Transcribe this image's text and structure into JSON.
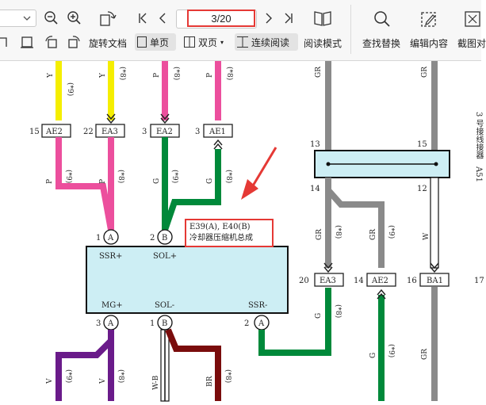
{
  "toolbar": {
    "page_indicator": "3/20",
    "rotate_label": "旋转文档",
    "single_page_label": "单页",
    "double_page_label": "双页",
    "continuous_label": "连续阅读",
    "read_mode_label": "阅读模式",
    "find_replace_label": "查找替换",
    "edit_content_label": "编辑内容",
    "screenshot_label": "截图对"
  },
  "diagram": {
    "top_wire_colors": [
      "Y",
      "Y",
      "P",
      "P"
    ],
    "top_wire_codes": [
      "(*9)",
      "(*8)",
      "(*8)",
      "(*8)"
    ],
    "gray_wire_color": "GR",
    "connectors_top": [
      {
        "pin": "15",
        "name": "AE2"
      },
      {
        "pin": "22",
        "name": "EA3"
      },
      {
        "pin": "3",
        "name": "EA2"
      },
      {
        "pin": "3",
        "name": "AE1"
      }
    ],
    "mid_wires": [
      {
        "color": "P",
        "code": "(*9)"
      },
      {
        "color": "P",
        "code": "(*8)"
      },
      {
        "color": "G",
        "code": "(*9)"
      },
      {
        "color": "G",
        "code": "(*8)"
      }
    ],
    "component": {
      "line1": "E39(A), E40(B)",
      "line2": "冷却器压缩机总成",
      "pins_top": [
        {
          "num": "1",
          "letter": "A",
          "signal": "SSR+"
        },
        {
          "num": "2",
          "letter": "B",
          "signal": "SOL+"
        }
      ],
      "pins_bottom": [
        {
          "num": "3",
          "letter": "A",
          "signal": "MG+"
        },
        {
          "num": "1",
          "letter": "B",
          "signal": "SOL-"
        },
        {
          "num": "2",
          "letter": "A",
          "signal": "SSR-"
        }
      ]
    },
    "junction": {
      "left_pin": "13",
      "right_pin": "15",
      "bottom_left": "14",
      "bottom_right": "12",
      "id": "A51",
      "name": "3 号接线接器"
    },
    "right_wires": [
      {
        "color": "GR",
        "code": "(*8)"
      },
      {
        "color": "GR",
        "code": "(*9)"
      },
      {
        "color": "W",
        "code": ""
      }
    ],
    "connectors_right": [
      {
        "pin": "20",
        "name": "EA3"
      },
      {
        "pin": "14",
        "name": "AE2"
      },
      {
        "pin": "16",
        "name": "BA1"
      },
      {
        "pin": "17",
        "name": ""
      }
    ],
    "bottom_wires": [
      {
        "color": "V",
        "code": "(*9)"
      },
      {
        "color": "V",
        "code": "(*8)"
      },
      {
        "color": "W-B",
        "code": ""
      },
      {
        "color": "BR",
        "code": "(*8)"
      },
      {
        "color": "G",
        "code": "(*8)"
      },
      {
        "color": "G",
        "code": "(*9)"
      },
      {
        "color": "GR",
        "code": ""
      }
    ]
  },
  "colors": {
    "yellow": "#f5ee00",
    "pink": "#ec4f9d",
    "green": "#00893a",
    "gray": "#8a8a8a",
    "purple": "#6a1b8a",
    "brown": "#7a0c0c",
    "component_fill": "#cdeef4",
    "highlight": "#e53935"
  }
}
